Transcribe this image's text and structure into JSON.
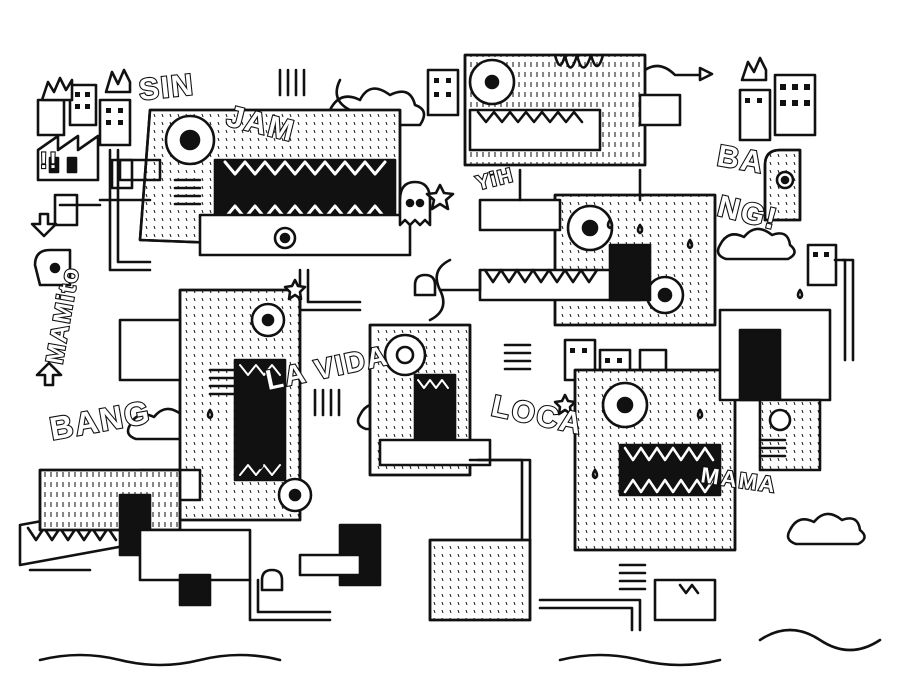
{
  "artwork": {
    "style": "black ink doodle, monochrome",
    "colors": {
      "ink": "#111111",
      "paper": "#ffffff"
    }
  },
  "labels": {
    "sin": "SIN",
    "jam": "JAM",
    "bang_right_1": "BA",
    "bang_right_2": "NG!",
    "mamito": "MAMito",
    "bang_left": "BANG",
    "la_vida": "LA VIDA",
    "loca": "LOCA",
    "mama": "MAMA",
    "yih": "YiH",
    "exclaim": "!!"
  }
}
